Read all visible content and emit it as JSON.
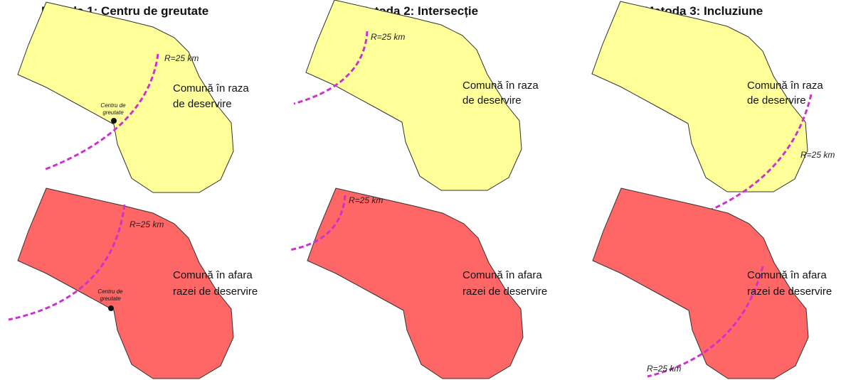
{
  "titles": {
    "m1": "Metoda 1: Centru de greutate",
    "m2": "Metoda 2: Intersecție",
    "m3": "Metoda 3: Incluziune"
  },
  "labels": {
    "inside_l1": "Comună în raza",
    "inside_l2": "de deservire",
    "outside_l1": "Comună în afara",
    "outside_l2": "razei de deservire",
    "radius": "R=25 km",
    "centroid_l1": "Centru de",
    "centroid_l2": "greutate"
  },
  "colors": {
    "inside_fill": "#ffff99",
    "outside_fill": "#ff6666",
    "radius_line": "#cc33cc",
    "outline": "#333333"
  }
}
